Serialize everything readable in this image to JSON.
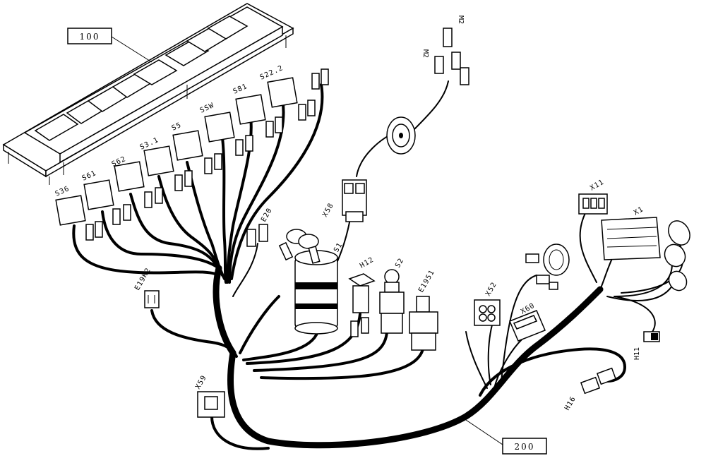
{
  "references": {
    "panel": "100",
    "harness": "200"
  },
  "labels": {
    "S36": "S36",
    "S61": "S61",
    "S62": "S62",
    "S31": "S3.1",
    "S5": "S5",
    "SSW": "SSW",
    "S81": "S81",
    "S222": "S22.2",
    "M2_top": "M2",
    "M2_left": "M2",
    "X58": "X58",
    "E20": "E20",
    "S1": "S1",
    "H12": "H12",
    "S2": "S2",
    "E1951": "E1951",
    "E19K2": "E19K2",
    "X52": "X52",
    "X60": "X60",
    "X11": "X11",
    "X1": "X1",
    "H11": "H11",
    "H16": "H16",
    "X59": "X59"
  }
}
